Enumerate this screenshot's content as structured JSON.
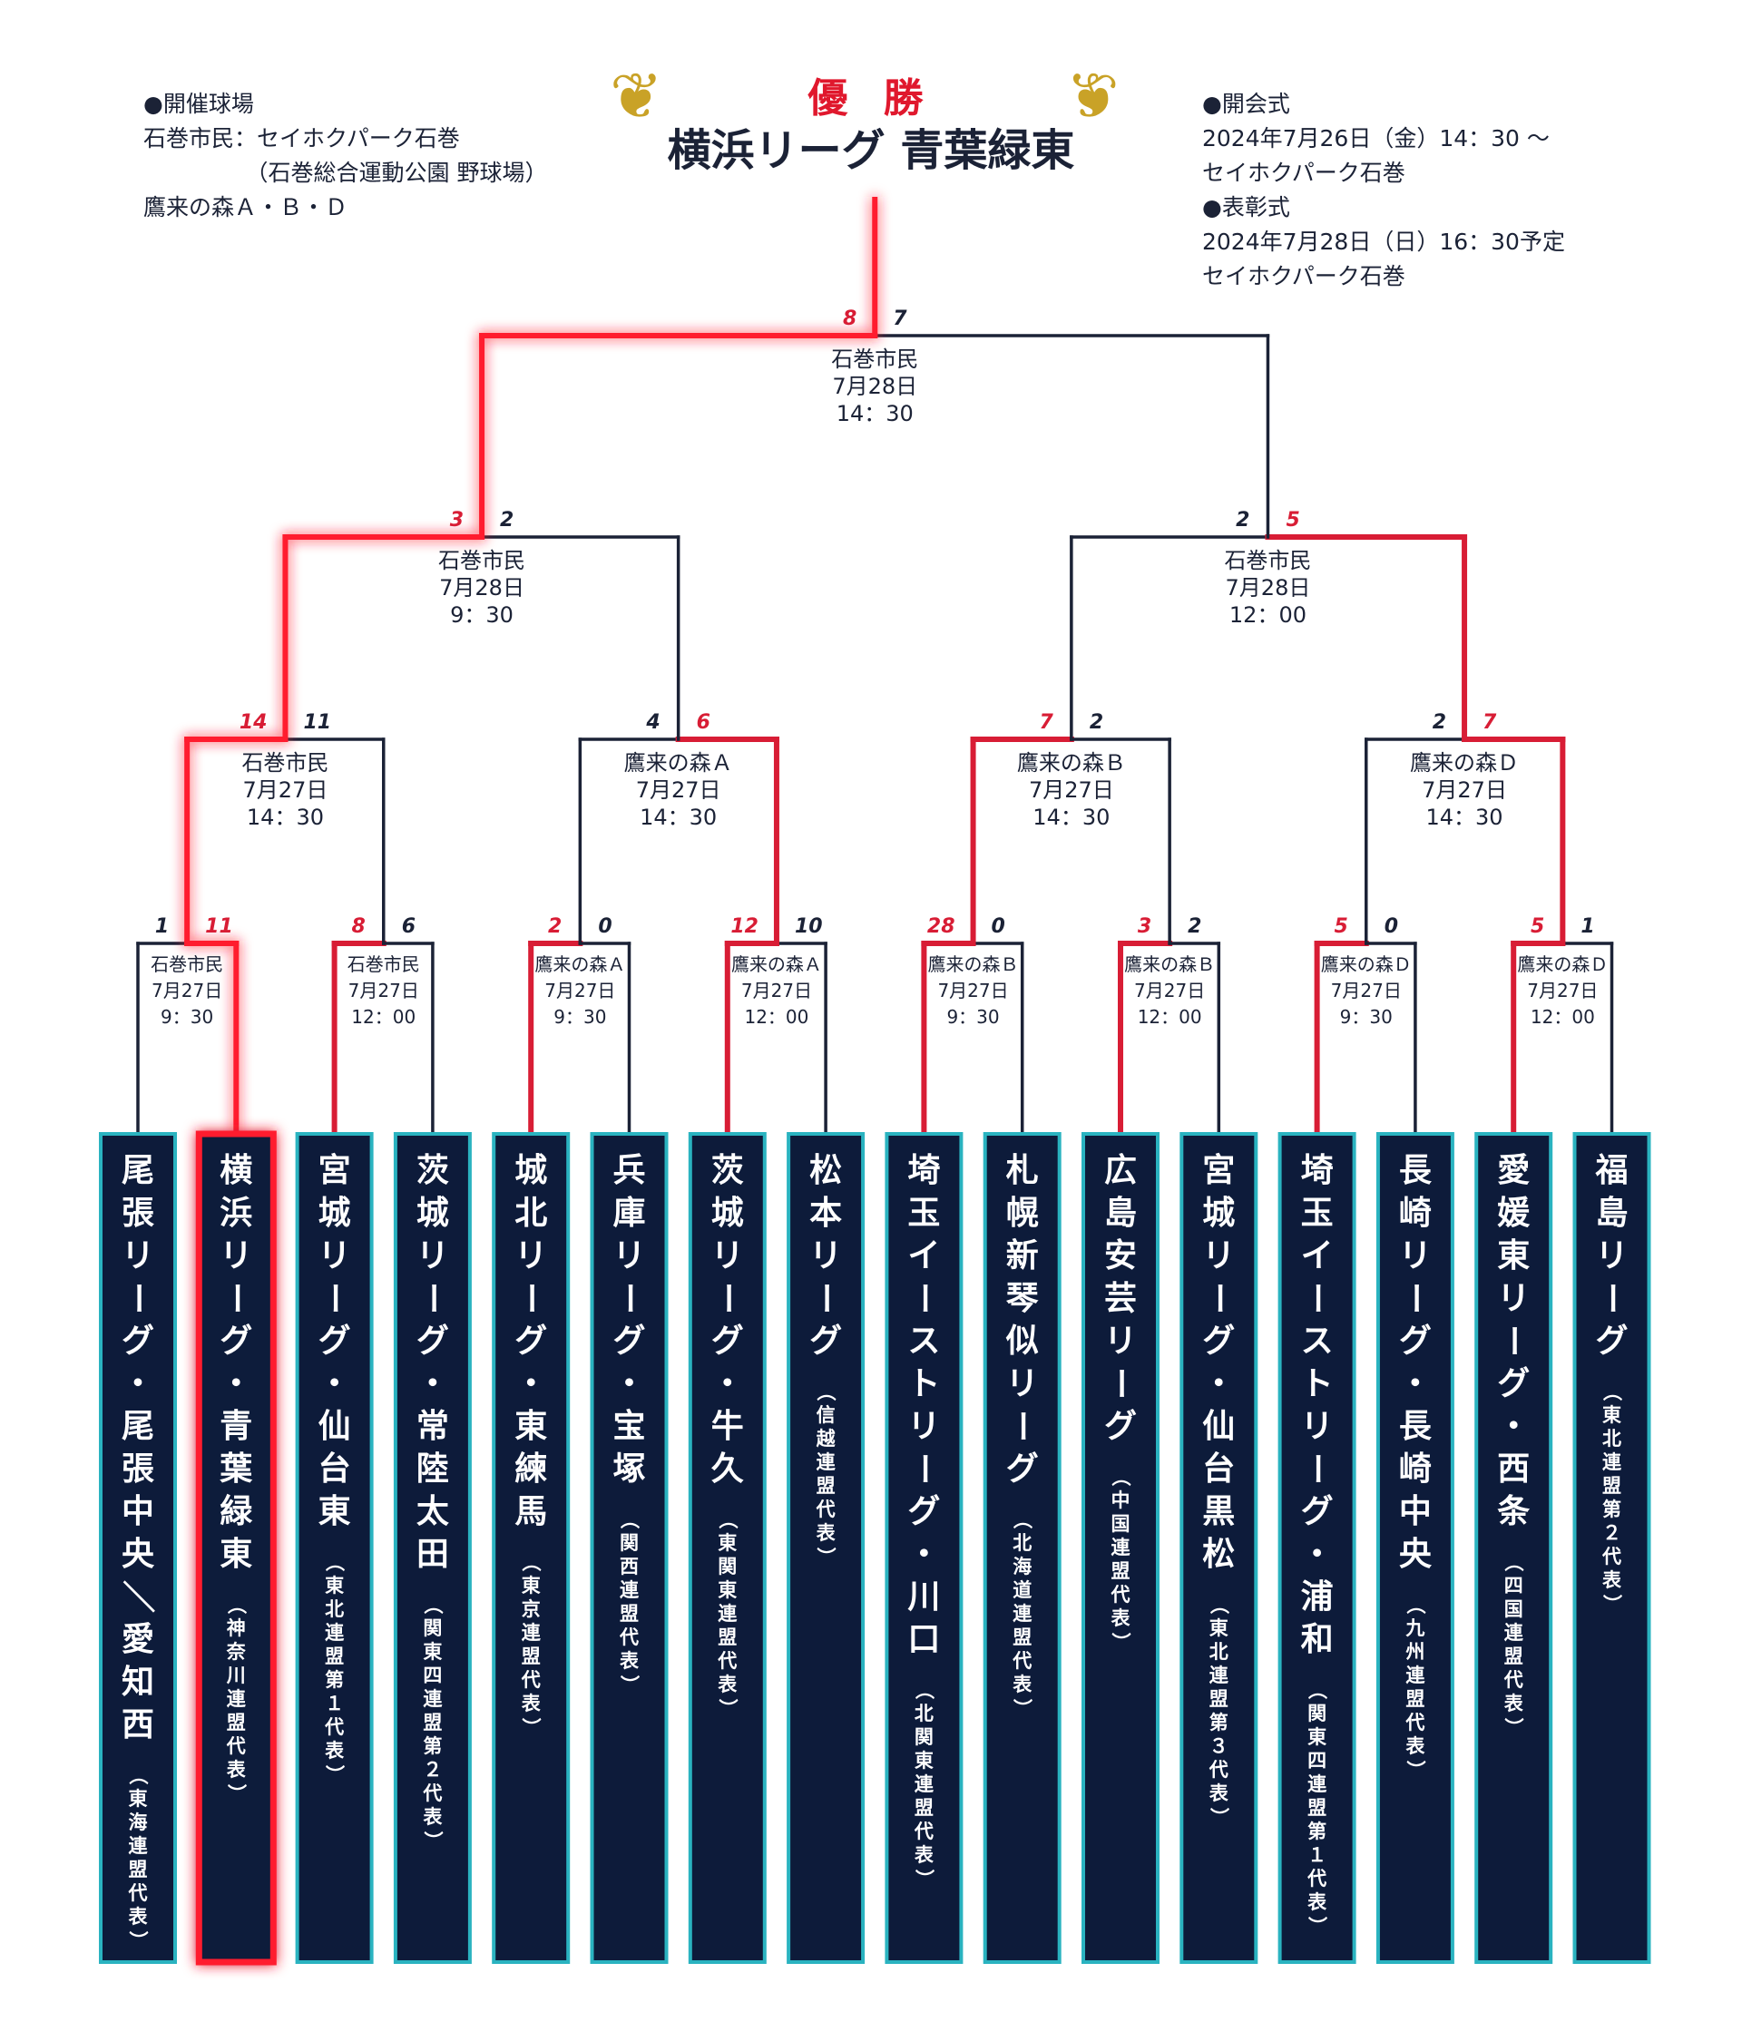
{
  "header": {
    "champion_label": "優 勝",
    "champion_team": "横浜リーグ 青葉緑東",
    "venue_info": "●開催球場\n石巻市民：セイホクパーク石巻\n　　　　　（石巻総合運動公園 野球場）\n鷹来の森Ａ・Ｂ・Ｄ",
    "schedule_info": "●開会式\n2024年7月26日（金）14：30 ～\nセイホクパーク石巻\n●表彰式\n2024年7月28日（日）16：30予定\nセイホクパーク石巻"
  },
  "colors": {
    "win": "#d81d35",
    "loss": "#1b2236",
    "team_bg": "#0d1b3a",
    "team_border": "#2ab3c0",
    "champion_glow": "#ff1f2f",
    "wreath": "#c9a227"
  },
  "teams": [
    {
      "name": "尾張リーグ・尾張中央／愛知西",
      "sub": "（東海連盟代表）"
    },
    {
      "name": "横浜リーグ・青葉緑東",
      "sub": "（神奈川連盟代表）"
    },
    {
      "name": "宮城リーグ・仙台東",
      "sub": "（東北連盟第１代表）"
    },
    {
      "name": "茨城リーグ・常陸太田",
      "sub": "（関東四連盟第２代表）"
    },
    {
      "name": "城北リーグ・東練馬",
      "sub": "（東京連盟代表）"
    },
    {
      "name": "兵庫リーグ・宝塚",
      "sub": "（関西連盟代表）"
    },
    {
      "name": "茨城リーグ・牛久",
      "sub": "（東関東連盟代表）"
    },
    {
      "name": "松本リーグ",
      "sub": "（信越連盟代表）"
    },
    {
      "name": "埼玉イーストリーグ・川口",
      "sub": "（北関東連盟代表）"
    },
    {
      "name": "札幌新琴似リーグ",
      "sub": "（北海道連盟代表）"
    },
    {
      "name": "広島安芸リーグ",
      "sub": "（中国連盟代表）"
    },
    {
      "name": "宮城リーグ・仙台黒松",
      "sub": "（東北連盟第３代表）"
    },
    {
      "name": "埼玉イーストリーグ・浦和",
      "sub": "（関東四連盟第１代表）"
    },
    {
      "name": "長崎リーグ・長崎中央",
      "sub": "（九州連盟代表）"
    },
    {
      "name": "愛媛東リーグ・西条",
      "sub": "（四国連盟代表）"
    },
    {
      "name": "福島リーグ",
      "sub": "（東北連盟第２代表）"
    }
  ],
  "rounds": [
    [
      {
        "scores": [
          "1",
          "11"
        ],
        "winner": 1,
        "venue": "石巻市民",
        "date": "7月27日",
        "time": "9：30"
      },
      {
        "scores": [
          "8",
          "6"
        ],
        "winner": 0,
        "venue": "石巻市民",
        "date": "7月27日",
        "time": "12：00"
      },
      {
        "scores": [
          "2",
          "0"
        ],
        "winner": 0,
        "venue": "鷹来の森Ａ",
        "date": "7月27日",
        "time": "9：30"
      },
      {
        "scores": [
          "12",
          "10"
        ],
        "winner": 0,
        "venue": "鷹来の森Ａ",
        "date": "7月27日",
        "time": "12：00"
      },
      {
        "scores": [
          "28",
          "0"
        ],
        "winner": 0,
        "venue": "鷹来の森Ｂ",
        "date": "7月27日",
        "time": "9：30"
      },
      {
        "scores": [
          "3",
          "2"
        ],
        "winner": 0,
        "venue": "鷹来の森Ｂ",
        "date": "7月27日",
        "time": "12：00"
      },
      {
        "scores": [
          "5",
          "0"
        ],
        "winner": 0,
        "venue": "鷹来の森Ｄ",
        "date": "7月27日",
        "time": "9：30"
      },
      {
        "scores": [
          "5",
          "1"
        ],
        "winner": 0,
        "venue": "鷹来の森Ｄ",
        "date": "7月27日",
        "time": "12：00"
      }
    ],
    [
      {
        "scores": [
          "14",
          "11"
        ],
        "winner": 0,
        "venue": "石巻市民",
        "date": "7月27日",
        "time": "14：30"
      },
      {
        "scores": [
          "4",
          "6"
        ],
        "winner": 1,
        "venue": "鷹来の森Ａ",
        "date": "7月27日",
        "time": "14：30"
      },
      {
        "scores": [
          "7",
          "2"
        ],
        "winner": 0,
        "venue": "鷹来の森Ｂ",
        "date": "7月27日",
        "time": "14：30"
      },
      {
        "scores": [
          "2",
          "7"
        ],
        "winner": 1,
        "venue": "鷹来の森Ｄ",
        "date": "7月27日",
        "time": "14：30"
      }
    ],
    [
      {
        "scores": [
          "3",
          "2"
        ],
        "winner": 0,
        "venue": "石巻市民",
        "date": "7月28日",
        "time": "9：30"
      },
      {
        "scores": [
          "2",
          "5"
        ],
        "winner": 1,
        "venue": "石巻市民",
        "date": "7月28日",
        "time": "12：00"
      }
    ],
    [
      {
        "scores": [
          "8",
          "7"
        ],
        "winner": 0,
        "venue": "石巻市民",
        "date": "7月28日",
        "time": "14：30"
      }
    ]
  ]
}
